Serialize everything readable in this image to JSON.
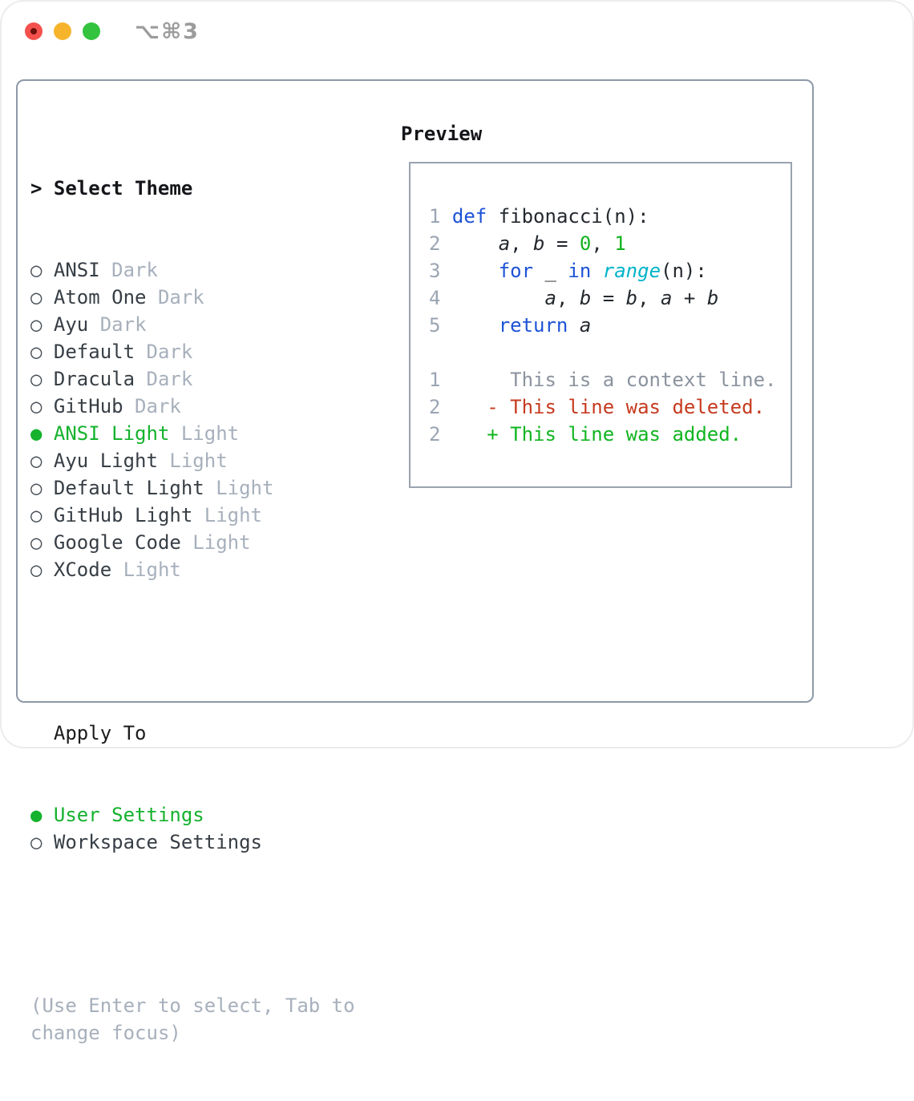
{
  "titlebar": {
    "shortcut": "⌥⌘3"
  },
  "theme_panel": {
    "cursor": ">",
    "title": "Select Theme",
    "markers": {
      "selected": "●",
      "unselected": "○"
    },
    "items": [
      {
        "label": "ANSI",
        "variant": "Dark",
        "selected": false
      },
      {
        "label": "Atom One",
        "variant": "Dark",
        "selected": false
      },
      {
        "label": "Ayu",
        "variant": "Dark",
        "selected": false
      },
      {
        "label": "Default",
        "variant": "Dark",
        "selected": false
      },
      {
        "label": "Dracula",
        "variant": "Dark",
        "selected": false
      },
      {
        "label": "GitHub",
        "variant": "Dark",
        "selected": false
      },
      {
        "label": "ANSI Light",
        "variant": "Light",
        "selected": true
      },
      {
        "label": "Ayu Light",
        "variant": "Light",
        "selected": false
      },
      {
        "label": "Default Light",
        "variant": "Light",
        "selected": false
      },
      {
        "label": "GitHub Light",
        "variant": "Light",
        "selected": false
      },
      {
        "label": "Google Code",
        "variant": "Light",
        "selected": false
      },
      {
        "label": "XCode",
        "variant": "Light",
        "selected": false
      }
    ]
  },
  "apply_to": {
    "title": "Apply To",
    "options": [
      {
        "label": "User Settings",
        "selected": true
      },
      {
        "label": "Workspace Settings",
        "selected": false
      }
    ]
  },
  "hint": "(Use Enter to select, Tab to change focus)",
  "preview": {
    "title": "Preview",
    "code_lines": [
      {
        "num": "1",
        "tokens": [
          {
            "text": "def",
            "style": "keyword"
          },
          {
            "text": " fibonacci(n):",
            "style": "plain"
          }
        ]
      },
      {
        "num": "2",
        "tokens": [
          {
            "text": "    ",
            "style": "plain"
          },
          {
            "text": "a",
            "style": "variable"
          },
          {
            "text": ", ",
            "style": "plain"
          },
          {
            "text": "b",
            "style": "variable"
          },
          {
            "text": " = ",
            "style": "plain"
          },
          {
            "text": "0",
            "style": "number"
          },
          {
            "text": ", ",
            "style": "plain"
          },
          {
            "text": "1",
            "style": "number"
          }
        ]
      },
      {
        "num": "3",
        "tokens": [
          {
            "text": "    ",
            "style": "plain"
          },
          {
            "text": "for",
            "style": "keyword"
          },
          {
            "text": " _ ",
            "style": "plain"
          },
          {
            "text": "in",
            "style": "keyword"
          },
          {
            "text": " ",
            "style": "plain"
          },
          {
            "text": "range",
            "style": "builtin"
          },
          {
            "text": "(n):",
            "style": "plain"
          }
        ]
      },
      {
        "num": "4",
        "tokens": [
          {
            "text": "        ",
            "style": "plain"
          },
          {
            "text": "a",
            "style": "variable"
          },
          {
            "text": ", ",
            "style": "plain"
          },
          {
            "text": "b",
            "style": "variable"
          },
          {
            "text": " = ",
            "style": "plain"
          },
          {
            "text": "b",
            "style": "variable"
          },
          {
            "text": ", ",
            "style": "plain"
          },
          {
            "text": "a",
            "style": "variable"
          },
          {
            "text": " + ",
            "style": "plain"
          },
          {
            "text": "b",
            "style": "variable"
          }
        ]
      },
      {
        "num": "5",
        "tokens": [
          {
            "text": "    ",
            "style": "plain"
          },
          {
            "text": "return",
            "style": "keyword"
          },
          {
            "text": " ",
            "style": "plain"
          },
          {
            "text": "a",
            "style": "variable"
          }
        ]
      },
      {
        "num": "",
        "tokens": []
      },
      {
        "num": "1",
        "tokens": [
          {
            "text": "     This is a context line.",
            "style": "context"
          }
        ]
      },
      {
        "num": "2",
        "tokens": [
          {
            "text": "   ",
            "style": "plain"
          },
          {
            "text": "- This line was deleted.",
            "style": "deleted"
          }
        ]
      },
      {
        "num": "2",
        "tokens": [
          {
            "text": "   ",
            "style": "plain"
          },
          {
            "text": "+ This line was added.",
            "style": "added"
          }
        ]
      }
    ]
  },
  "colors": {
    "keyword": "#1d53d6",
    "builtin": "#00b3c9",
    "number": "#12b31f",
    "plain": "#24292f",
    "context": "#8b939e",
    "deleted": "#c63b1f",
    "added": "#11b521",
    "selected_green": "#15b22e",
    "muted": "#a7b0bc",
    "item_text": "#373e45",
    "line_number": "#9aa5b3",
    "panel_border": "#8e99a8",
    "box_border": "#9aa3af"
  }
}
